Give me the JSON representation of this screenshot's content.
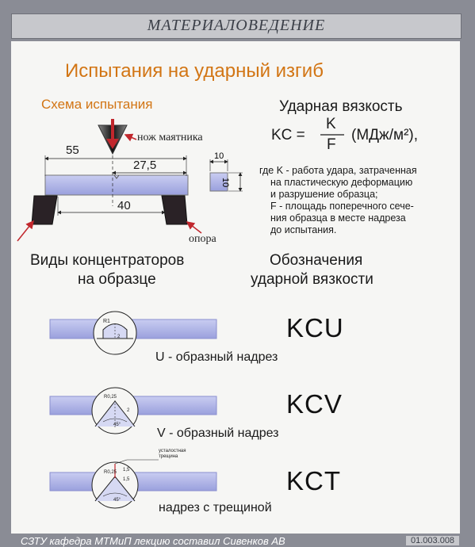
{
  "header": {
    "title": "МАТЕРИАЛОВЕДЕНИЕ"
  },
  "main": {
    "title": "Испытания на ударный изгиб",
    "scheme": {
      "title": "Схема испытания",
      "knife_label": "нож маятника",
      "support_label": "опора",
      "dim_total": "55",
      "dim_half": "27,5",
      "dim_span": "40",
      "dim_w": "10",
      "dim_h": "10"
    },
    "toughness": {
      "title": "Ударная вязкость",
      "formula_left": "KC =",
      "formula_num": "K",
      "formula_den": "F",
      "formula_unit": "(МДж/м²),",
      "desc": [
        "где K - работа удара, затраченная",
        "на пластическую деформацию",
        "и разрушение образца;",
        "F - площадь поперечного сече-",
        "ния образца в месте надреза",
        "до испытания."
      ]
    },
    "concentrators": {
      "title_line1": "Виды концентраторов",
      "title_line2": "на образце"
    },
    "designations": {
      "title_line1": "Обозначения",
      "title_line2": "ударной вязкости"
    },
    "notches": [
      {
        "code": "KCU",
        "caption": "U - образный надрез",
        "mark1": "R1",
        "mark2": "2"
      },
      {
        "code": "KCV",
        "caption": "V -  образный надрез",
        "mark1": "R0,25",
        "mark2": "2",
        "angle": "45°"
      },
      {
        "code": "KCT",
        "caption": "надрез с трещиной",
        "mark1": "R0,25",
        "mark2": "1,5",
        "mark3": "1,5",
        "angle": "45°",
        "crack_label_1": "усталостная",
        "crack_label_2": "трещина"
      }
    ]
  },
  "footer": {
    "text": "СЗТУ кафедра МТМиП лекцию составил Сивенков АВ",
    "code": "01.003.008"
  }
}
